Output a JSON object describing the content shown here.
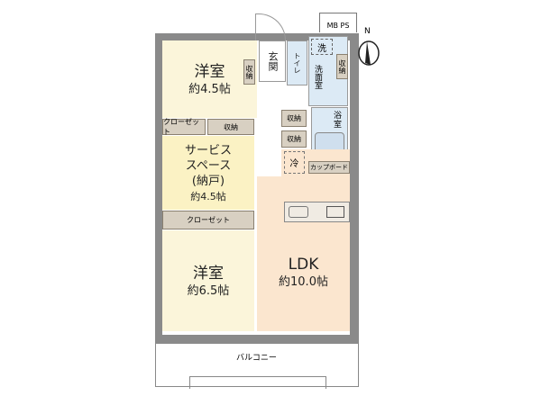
{
  "rooms": {
    "western1": {
      "name": "洋室",
      "size": "約4.5帖"
    },
    "service": {
      "name1": "サービス",
      "name2": "スペース",
      "name3": "(納戸)",
      "size": "約4.5帖"
    },
    "western2": {
      "name": "洋室",
      "size": "約6.5帖"
    },
    "ldk": {
      "name": "LDK",
      "size": "約10.0帖"
    },
    "entrance": "玄関",
    "toilet": "トイレ",
    "washroom": "洗面室",
    "bath": "浴室",
    "washer": "洗",
    "fridge": "冷",
    "cupboard": "カップボード",
    "balcony": "バルコニー",
    "mbps": "MB PS"
  },
  "storage": {
    "closet": "クローゼット",
    "shuno": "収納"
  },
  "compass": "N",
  "colors": {
    "western": "#fbf5da",
    "service": "#fbf2c4",
    "ldk": "#fbe6cf",
    "wet": "#dceaf5",
    "storage": "#d8d0c2"
  }
}
